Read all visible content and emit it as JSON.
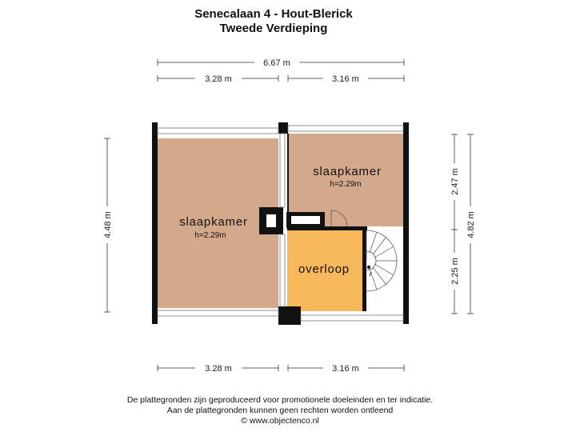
{
  "header": {
    "title": "Senecalaan 4 - Hout-Blerick",
    "subtitle": "Tweede Verdieping"
  },
  "dimensions": {
    "top_total": "6.67 m",
    "top_left": "3.28 m",
    "top_right": "3.16 m",
    "bottom_left": "3.28 m",
    "bottom_right": "3.16 m",
    "left_height": "4.48 m",
    "right_upper": "2.47 m",
    "right_lower": "2.25 m",
    "right_total": "4.82 m"
  },
  "rooms": {
    "left": {
      "label": "slaapkamer",
      "height": "h=2.29m"
    },
    "right": {
      "label": "slaapkamer",
      "height": "h=2.29m"
    },
    "landing": {
      "label": "overloop"
    }
  },
  "colors": {
    "bedroom": "#d4a88b",
    "landing": "#f6b85a",
    "wall": "#111111"
  },
  "footer": {
    "line1": "De plattegronden zijn geproduceerd voor promotionele doeleinden en ter indicatie.",
    "line2": "Aan de plattegronden kunnen geen rechten worden ontleend",
    "line3": "© www.objectenco.nl"
  }
}
